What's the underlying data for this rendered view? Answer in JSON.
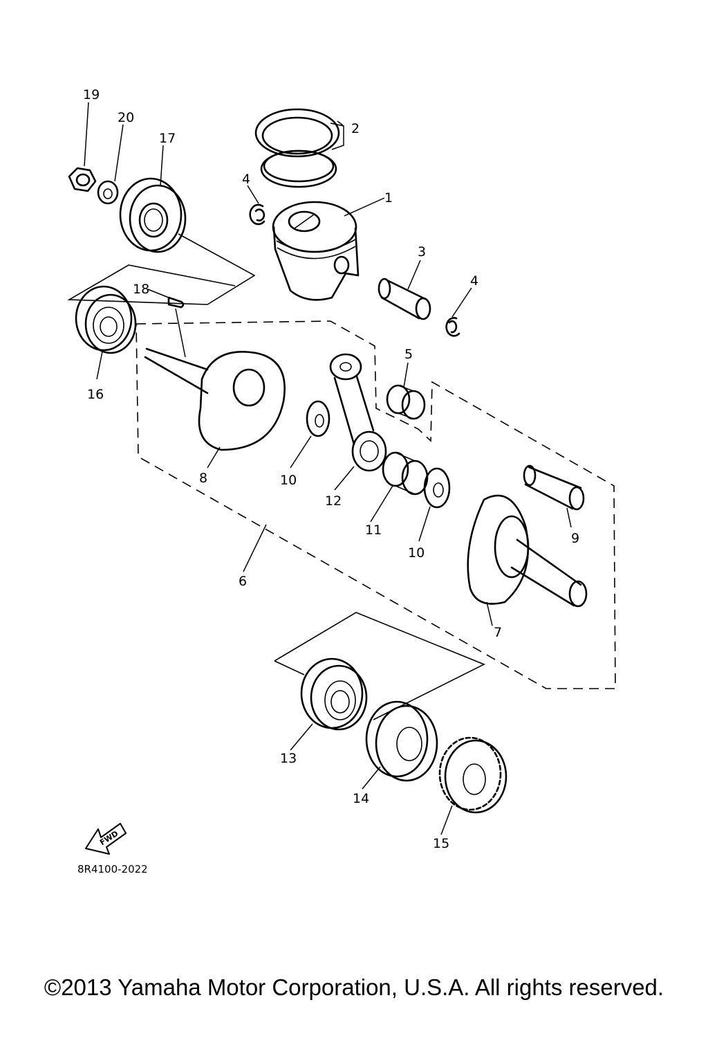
{
  "diagram": {
    "drawing_code": "8R4100-2022",
    "fwd_label": "FWD",
    "callouts": {
      "c1": "1",
      "c2": "2",
      "c3": "3",
      "c4a": "4",
      "c4b": "4",
      "c5": "5",
      "c6": "6",
      "c7": "7",
      "c8": "8",
      "c9": "9",
      "c10a": "10",
      "c10b": "10",
      "c11": "11",
      "c12": "12",
      "c13": "13",
      "c14": "14",
      "c15": "15",
      "c16": "16",
      "c17": "17",
      "c18": "18",
      "c19": "19",
      "c20": "20"
    }
  },
  "copyright": "©2013 Yamaha Motor Corporation, U.S.A. All rights reserved."
}
